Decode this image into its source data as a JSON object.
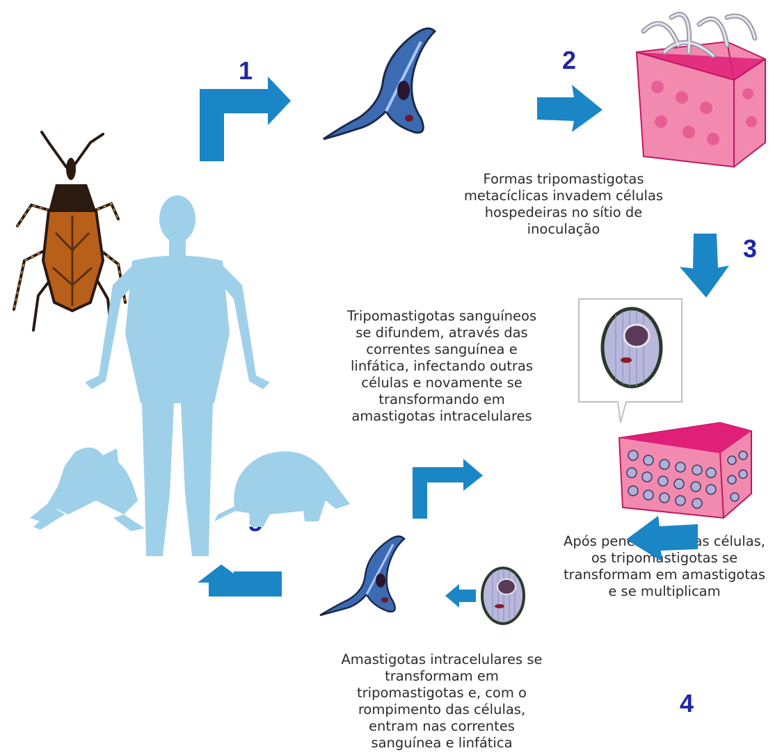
{
  "steps": {
    "n1": "1",
    "n2": "2",
    "n3": "3",
    "n4": "4",
    "n5": "5"
  },
  "captions": {
    "step2": "Formas tripomastigotas\nmetacíclicas invadem células\nhospedeiras no sítio de\ninoculação",
    "spread": "Tripomastigotas sanguíneos\nse difundem, através das\ncorrentes sanguínea e\nlinfática, infectando outras\ncélulas e novamente se\ntransformando em\namastigotas intracelulares",
    "step3": "Após penetrarem nas células,\nos tripomastigotas se\ntransformam em amastigotas\ne se multiplicam",
    "step4": "Amastigotas intracelulares se\ntransformam em\ntripomastigotas e, com o\nrompimento das células,\nentram nas correntes\nsanguínea e linfática"
  },
  "colors": {
    "arrow": "#1a86c6",
    "number": "#1f27a6",
    "silhouette": "#9ed0ea",
    "cell_pink": "#ee5f9c",
    "cell_top": "#e01f78",
    "parasite": "#3d6bb3",
    "bug": "#b8601a"
  }
}
